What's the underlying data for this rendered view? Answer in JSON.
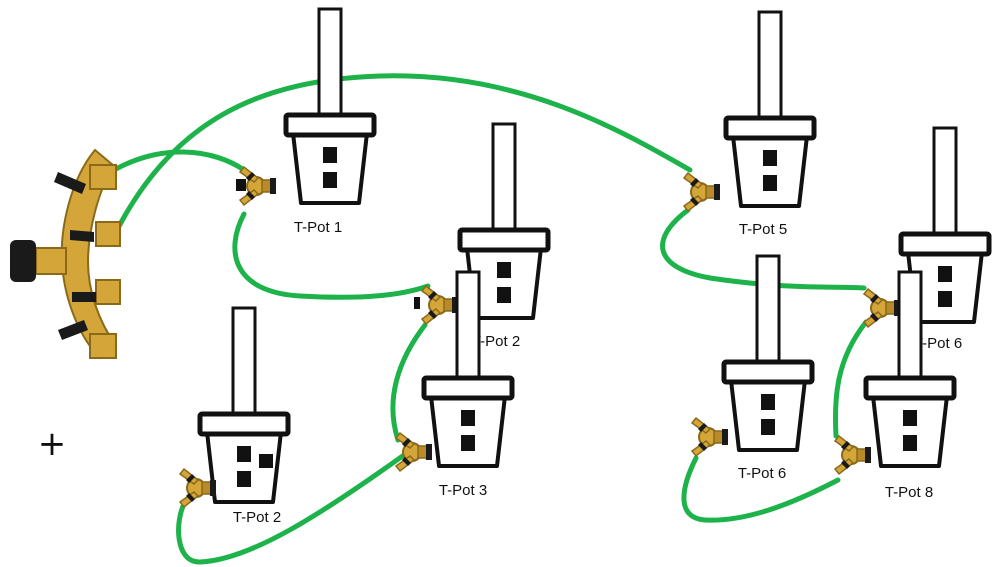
{
  "colors": {
    "tube": "#1db34a",
    "brass": "#d4a63a",
    "brass_dark": "#8a6a1a",
    "handle": "#1a1a1a",
    "outline": "#111111"
  },
  "icons": {
    "manifold": "four-way-brass-hose-manifold-icon",
    "splitter": "brass-y-splitter-icon",
    "pot": "pot-with-watering-spike-icon",
    "add": "plus-icon"
  },
  "labels": {
    "pot1": "T-Pot 1",
    "pot2": "T-Pot 2",
    "pot2b": "T-Pot 2",
    "pot3": "T-Pot 3",
    "pot5": "T-Pot 5",
    "pot6": "T-Pot 6",
    "pot6b": "T-Pot 6",
    "pot8": "T-Pot 8"
  },
  "add_symbol": "+"
}
